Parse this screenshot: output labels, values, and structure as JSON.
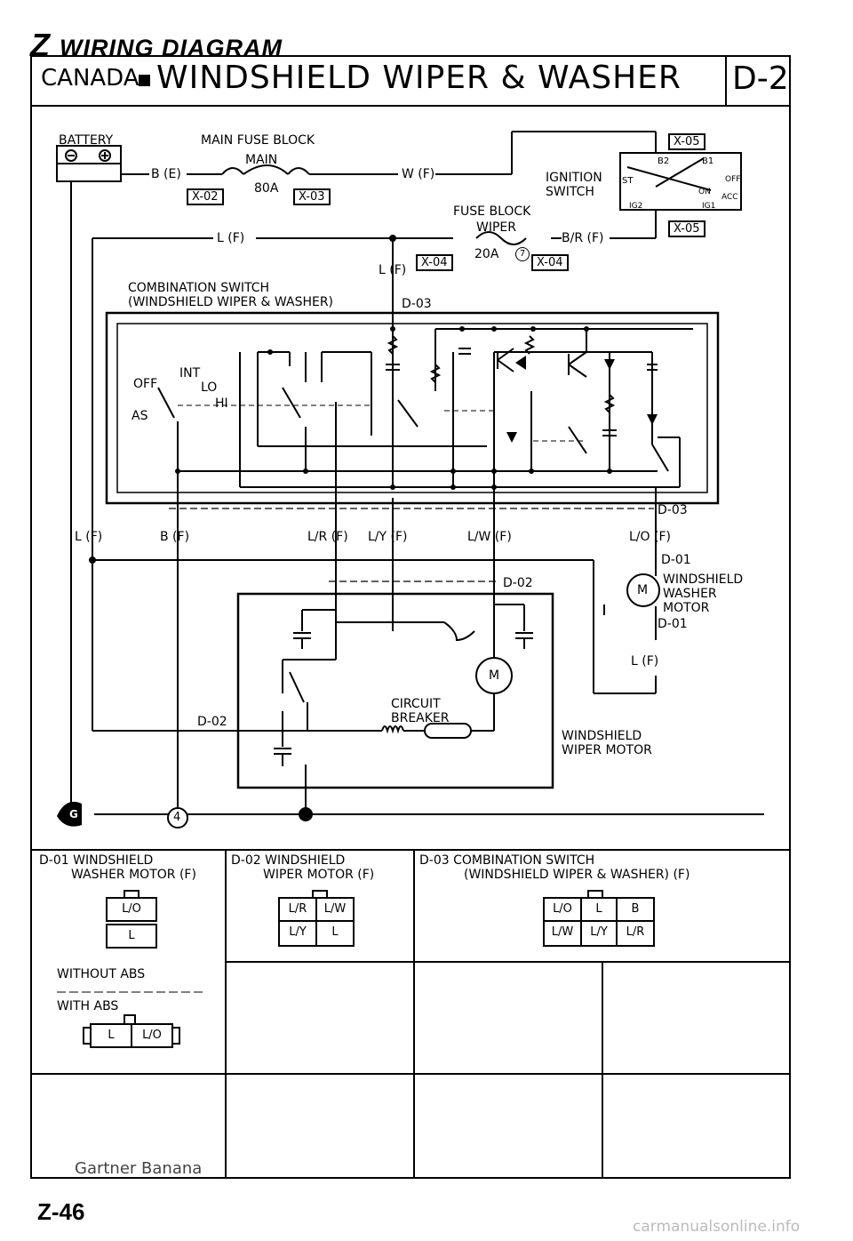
{
  "header": {
    "z": "Z",
    "section": "WIRING DIAGRAM"
  },
  "title_bar": {
    "country": "CANADA",
    "title": "WINDSHIELD WIPER & WASHER",
    "code": "D-2"
  },
  "diagram": {
    "battery": "BATTERY",
    "main_fuse_block": "MAIN FUSE BLOCK",
    "main": "MAIN",
    "main_amps": "80A",
    "b_e": "B (E)",
    "w_f": "W (F)",
    "x02": "X-02",
    "x03": "X-03",
    "x05a": "X-05",
    "x05b": "X-05",
    "ign_switch": [
      "IGNITION",
      "SWITCH"
    ],
    "ign_b2": "B2",
    "ign_b1": "B1",
    "ign_st": "ST",
    "ign_off": "OFF",
    "ign_on": "ON",
    "ign_acc": "ACC",
    "ign_ig2": "IG2",
    "ign_ig1": "IG1",
    "fuse_block": "FUSE BLOCK",
    "wiper": "WIPER",
    "wiper_amps": "20A",
    "fuse_no": "7",
    "b_r_f": "B/R (F)",
    "l_f_top": "L (F)",
    "l_f_mid": "L (F)",
    "x04a": "X-04",
    "x04b": "X-04",
    "combo_switch": [
      "COMBINATION SWITCH",
      "(WINDSHIELD WIPER & WASHER)"
    ],
    "d03_top": "D-03",
    "sw_off": "OFF",
    "sw_int": "INT",
    "sw_lo": "LO",
    "sw_hi": "HI",
    "sw_as": "AS",
    "d03_bottom": "D-03",
    "l_f_left": "L (F)",
    "b_f": "B (F)",
    "l_r_f": "L/R (F)",
    "l_y_f": "L/Y (F)",
    "l_w_f": "L/W (F)",
    "l_o_f": "L/O (F)",
    "d01_top": "D-01",
    "washer_motor": [
      "WINDSHIELD",
      "WASHER",
      "MOTOR"
    ],
    "washer_m": "M",
    "d01_bottom": "D-01",
    "l_f_right": "L (F)",
    "d02_top": "D-02",
    "motor_m": "M",
    "circuit_breaker": [
      "CIRCUIT",
      "BREAKER"
    ],
    "d02_left": "D-02",
    "wiper_motor": [
      "WINDSHIELD",
      "WIPER MOTOR"
    ],
    "ground_g": "G",
    "ground_no": "4"
  },
  "connectors": {
    "d01": {
      "title": [
        "D-01 WINDSHIELD",
        "WASHER MOTOR (F)"
      ],
      "pins": [
        "L/O",
        "L"
      ],
      "without_abs": "WITHOUT ABS",
      "with_abs": "WITH ABS",
      "abs_pins": [
        "L",
        "L/O"
      ]
    },
    "d02": {
      "title": [
        "D-02 WINDSHIELD",
        "WIPER MOTOR (F)"
      ],
      "pins": [
        "L/R",
        "L/W",
        "L/Y",
        "L"
      ]
    },
    "d03": {
      "title": [
        "D-03 COMBINATION SWITCH",
        "(WINDSHIELD WIPER & WASHER) (F)"
      ],
      "pins": [
        "L/O",
        "L",
        "B",
        "L/W",
        "L/Y",
        "L/R"
      ]
    }
  },
  "footer": {
    "watermark": "Gartner Banana",
    "page": "Z-46",
    "site": "carmanualsonline.info"
  }
}
